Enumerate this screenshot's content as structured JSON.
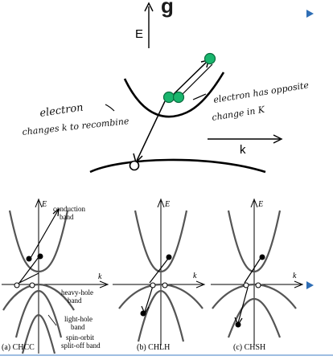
{
  "header_fragment": "g",
  "top_diagram": {
    "energy_label": "E",
    "k_label": "k",
    "note_left_line1": "electron",
    "note_left_line2": "changes k to recombine",
    "note_right_line1": "electron has opposite",
    "note_right_line2": "change in K"
  },
  "panels": [
    {
      "energy_label": "E",
      "k_label": "k",
      "caption": "(a) CHCC",
      "band_labels": {
        "conduction_line1": "conduction",
        "conduction_line2": "band",
        "heavy_line1": "heavy-hole",
        "heavy_line2": "band",
        "light_line1": "light-hole",
        "light_line2": "band",
        "split_line1": "spin-orbit",
        "split_line2": "split-off band"
      }
    },
    {
      "energy_label": "E",
      "k_label": "k",
      "caption": "(b) CHLH"
    },
    {
      "energy_label": "E",
      "k_label": "k",
      "caption": "(c) CHSH"
    }
  ],
  "colors": {
    "bullet": "#2f6eb5",
    "particle_green": "#19b56d",
    "accent_line": "#7fa9d9"
  }
}
